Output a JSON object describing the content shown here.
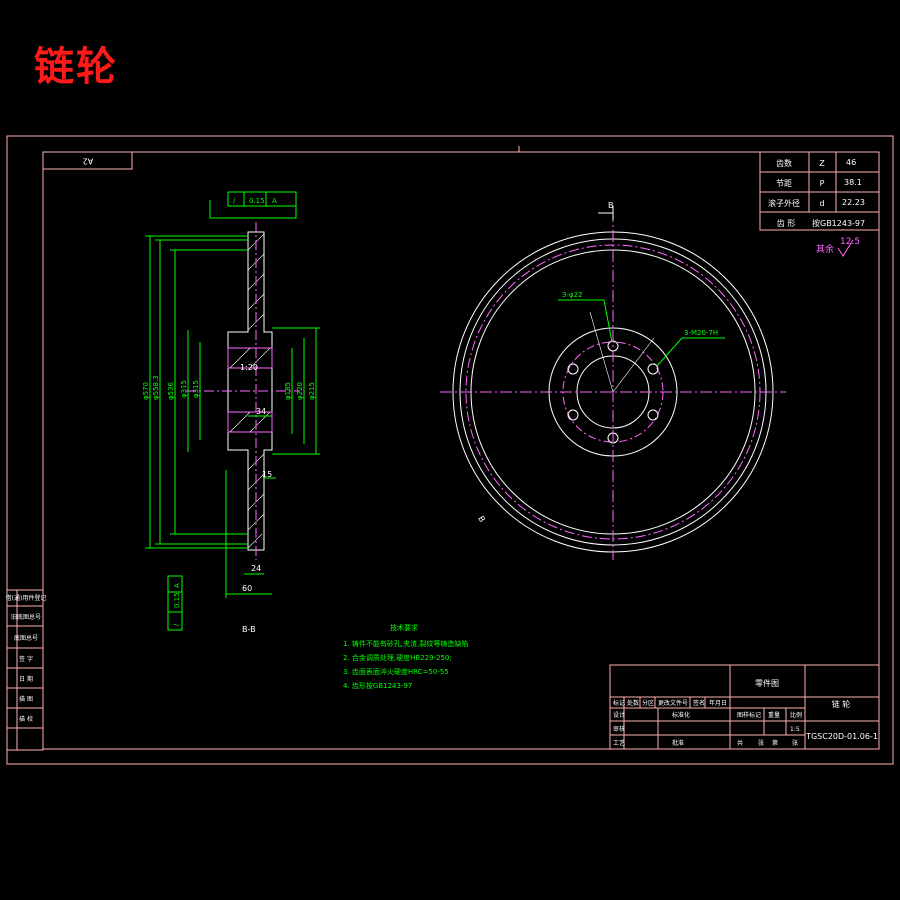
{
  "title": "链轮",
  "sheet_code": "A2",
  "params": [
    {
      "name": "齿数",
      "symbol": "Z",
      "value": "46"
    },
    {
      "name": "节距",
      "symbol": "P",
      "value": "38.1"
    },
    {
      "name": "滚子外径",
      "symbol": "d",
      "value": "22.23"
    },
    {
      "name": "齿  形",
      "symbol": "",
      "value": "按GB1243-97"
    }
  ],
  "surface_note": "其余",
  "surface_value": "12.5",
  "section_marker": "B",
  "section_label": "B-B",
  "hole_labels": {
    "through": "3-φ22",
    "threaded": "3-M20-7H"
  },
  "dims": {
    "d570": "φ570",
    "d558": "φ558.3",
    "d536": "φ536",
    "d315": "φ315",
    "d315b": "φ315",
    "d185": "φ185",
    "d220": "φ220",
    "d215": "φ215",
    "t34": "34",
    "t15": "15",
    "t24": "24",
    "t60": "60",
    "taper": "1:20"
  },
  "tolerance": {
    "symbol": "/",
    "value": "0.15",
    "datum": "A"
  },
  "tech_requirements": {
    "heading": "技术要求",
    "items": [
      "1. 铸件不能有砂孔,夹渣,裂纹等铸造缺陷",
      "2. 合金调质处理,硬度HB229-250;",
      "3. 齿面表面淬火硬度HRC=50-55",
      "4. 齿形按GB1243-97"
    ]
  },
  "title_block": {
    "drawing_type": "零件图",
    "part_name": "链 轮",
    "drawing_no": "TGSC20D-01.06-1",
    "cells": [
      "标记",
      "处数",
      "分区",
      "更改文件号",
      "签名",
      "年月日",
      "设计",
      "标准化",
      "图样标记",
      "重量",
      "比例",
      "审核",
      "工艺",
      "批准",
      "共",
      "张",
      "第",
      "张"
    ],
    "scale": "1:5"
  },
  "left_strip": [
    "借(通)用件登记",
    "旧底图总号",
    "底图总号",
    "签 字",
    "日 期",
    "描 图",
    "描 校"
  ]
}
